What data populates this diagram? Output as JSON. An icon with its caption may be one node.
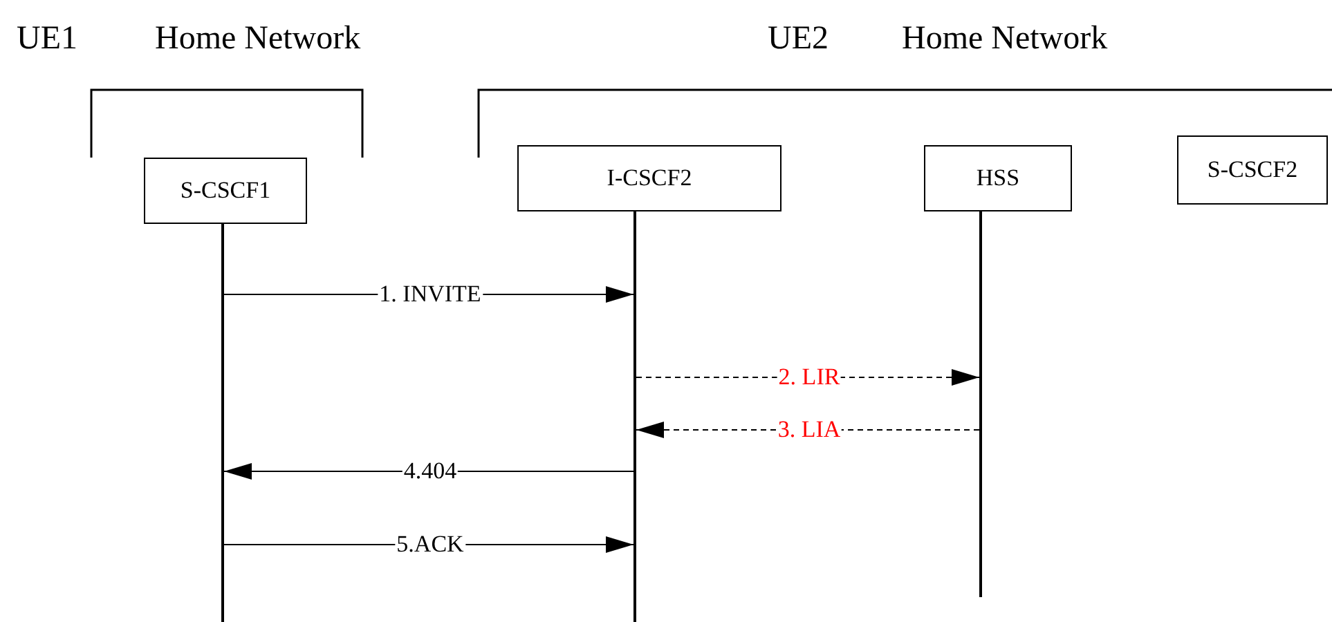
{
  "diagram": {
    "nodes": [
      {
        "text": [
          "S-CSCF1"
        ]
      },
      {
        "text": [
          "I-CSCF2"
        ]
      },
      {
        "text": [
          "HSS"
        ]
      },
      {
        "text": [
          "S-CSCF2"
        ]
      },
      {
        "text": [],
        "shape": "bar"
      },
      {
        "text": [],
        "shape": "bar"
      },
      {
        "text": [],
        "shape": "bar"
      }
    ],
    "edges": [
      {
        "from": 4,
        "to": 5,
        "arrow": "to",
        "label": "1. INVITE"
      },
      {
        "from": 5,
        "to": 6,
        "arrow": "to",
        "label": "2. LIR",
        "style": "dashed"
      },
      {
        "from": 6,
        "to": 5,
        "arrow": "to",
        "label": "3. LIA",
        "style": "dashed"
      },
      {
        "from": 5,
        "to": 4,
        "arrow": "to",
        "label": "4.404"
      },
      {
        "from": 4,
        "to": 5,
        "arrow": "to",
        "label": "5.ACK"
      }
    ],
    "labels": [
      "UE1",
      "Home Network",
      "UE2",
      "Home Network"
    ]
  }
}
